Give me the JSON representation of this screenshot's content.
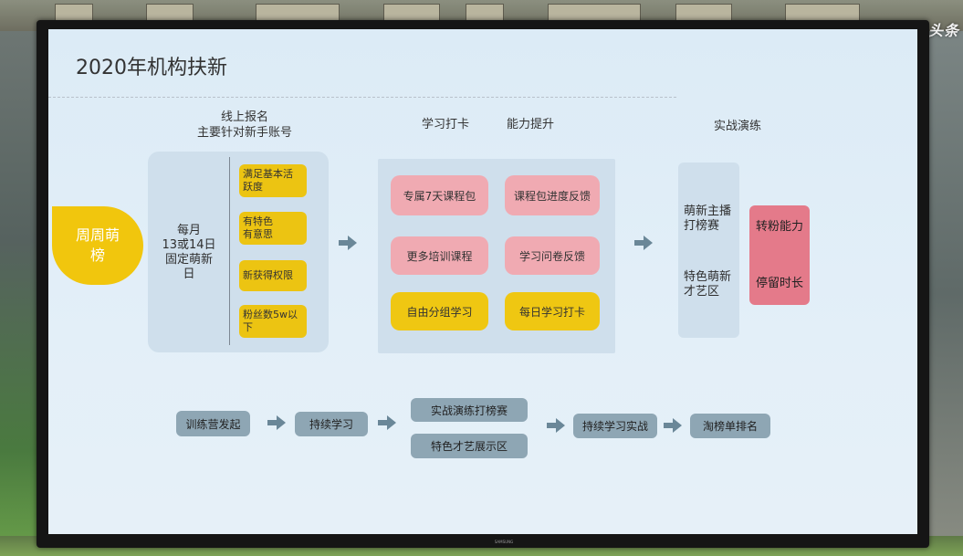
{
  "watermark": "千牛头条",
  "tv_brand": "SAMSUNG",
  "slide": {
    "title": "2020年机构扶新",
    "headers": {
      "h1_line1": "线上报名",
      "h1_line2": "主要针对新手账号",
      "h2": "学习打卡",
      "h3": "能力提升",
      "h4": "实战演练"
    },
    "left_circle": {
      "line1": "周周萌",
      "line2": "榜"
    },
    "panel1": {
      "date_text": {
        "line1": "每月",
        "line2": "13或14日",
        "line3": "固定萌新",
        "line4": "日"
      },
      "requirements": [
        {
          "line1": "满足基本活",
          "line2": "跃度"
        },
        {
          "line1": "有特色",
          "line2": "有意思"
        },
        {
          "line1": "新获得权限",
          "line2": ""
        },
        {
          "line1": "粉丝数5w以",
          "line2": "下"
        }
      ]
    },
    "panel2": {
      "pink": [
        "专属7天课程包",
        "课程包进度反馈",
        "更多培训课程",
        "学习问卷反馈"
      ],
      "yellow": [
        "自由分组学习",
        "每日学习打卡"
      ]
    },
    "panel3": {
      "item1": {
        "line1": "萌新主播",
        "line2": "打榜赛"
      },
      "item2": {
        "line1": "特色萌新",
        "line2": "才艺区"
      }
    },
    "red_box": {
      "line1": "转粉能力",
      "line2": "停留时长"
    },
    "flow": {
      "step1": "训练营发起",
      "step2": "持续学习",
      "step3a": "实战演练打榜赛",
      "step3b": "特色才艺展示区",
      "step4": "持续学习实战",
      "step5": "淘榜单排名"
    }
  },
  "colors": {
    "yellow": "#f1c60d",
    "pink": "#f0aab2",
    "red": "#e47a8a",
    "gray_blue": "#8ea6b4",
    "arrow": "#6a8798"
  }
}
